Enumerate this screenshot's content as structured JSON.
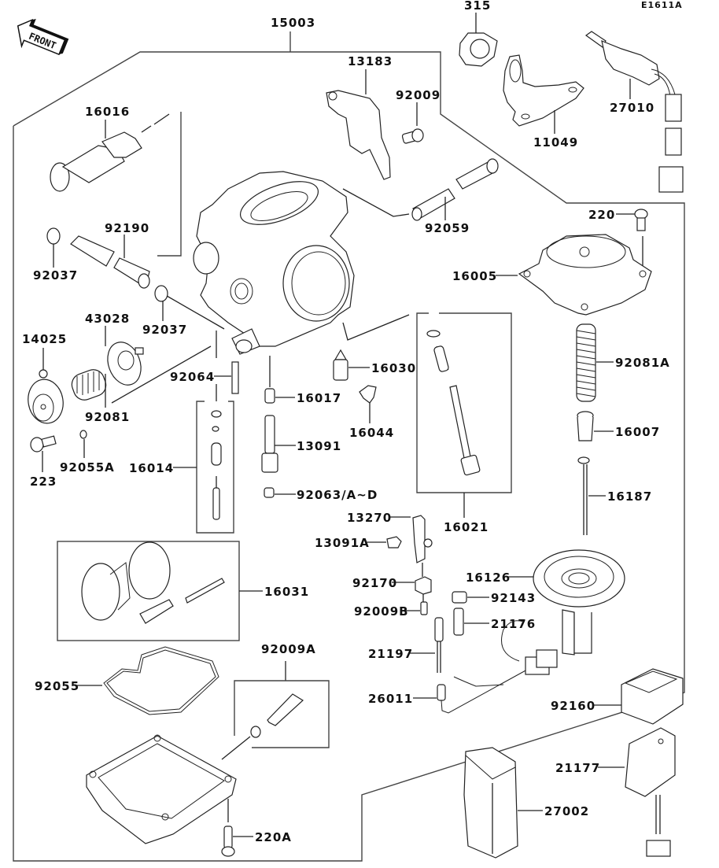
{
  "diagram": {
    "code": "E1611A",
    "front_label": "FRONT",
    "assembly": "15003",
    "parts": {
      "p315": "315",
      "p13183": "13183",
      "p92009": "92009",
      "p11049": "11049",
      "p27010": "27010",
      "p16016": "16016",
      "p92059": "92059",
      "p220": "220",
      "p92190": "92190",
      "p92037a": "92037",
      "p92037b": "92037",
      "p16005": "16005",
      "p43028": "43028",
      "p14025": "14025",
      "p92064": "92064",
      "p16030": "16030",
      "p92081A": "92081A",
      "p16017": "16017",
      "p92081": "92081",
      "p16044": "16044",
      "p16007": "16007",
      "p223": "223",
      "p92055A": "92055A",
      "p16014": "16014",
      "p13091": "13091",
      "p92063": "92063/A~D",
      "p16187": "16187",
      "p16021": "16021",
      "p13270": "13270",
      "p13091A": "13091A",
      "p16126": "16126",
      "p16031": "16031",
      "p92170": "92170",
      "p92143": "92143",
      "p92009B": "92009B",
      "p21176": "21176",
      "p92009A": "92009A",
      "p21197": "21197",
      "p92055": "92055",
      "p26011": "26011",
      "p92160": "92160",
      "p21177": "21177",
      "p27002": "27002",
      "p220A": "220A"
    }
  }
}
